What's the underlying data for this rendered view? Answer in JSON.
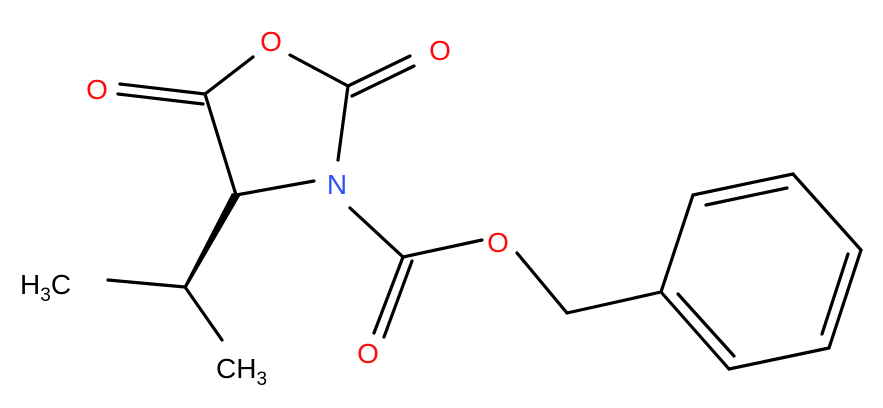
{
  "molecule": {
    "atoms": {
      "o_ring": {
        "text": "O",
        "color": "#ff0d0d"
      },
      "o_carbonyl_c2": {
        "text": "O",
        "color": "#ff0d0d"
      },
      "o_carbonyl_c5": {
        "text": "O",
        "color": "#ff0d0d"
      },
      "n3": {
        "text": "N",
        "color": "#3050f8"
      },
      "o_ester": {
        "text": "O",
        "color": "#ff0d0d"
      },
      "o_carbamate_carbonyl": {
        "text": "O",
        "color": "#ff0d0d"
      },
      "ch3_left": {
        "main": "H",
        "sub": "3",
        "tail": "C",
        "color": "#000000"
      },
      "ch3_bottom": {
        "main": "CH",
        "sub": "3",
        "color": "#000000"
      }
    },
    "colors": {
      "bond": "#000000",
      "oxygen": "#ff0d0d",
      "nitrogen": "#3050f8",
      "carbon": "#000000"
    }
  }
}
